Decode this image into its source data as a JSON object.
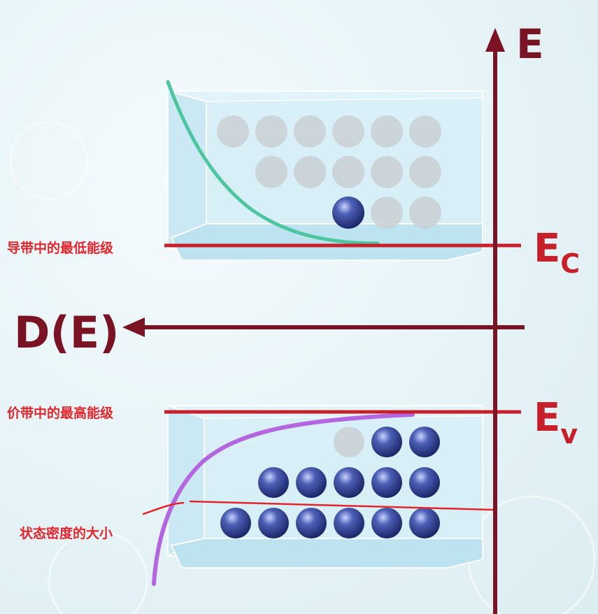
{
  "axis": {
    "label": "E"
  },
  "levels": {
    "conduction": {
      "symbol": "E",
      "subscript": "C",
      "annotation": "导带中的最低能级"
    },
    "valence": {
      "symbol": "E",
      "subscript": "v",
      "annotation": "价带中的最高能级"
    }
  },
  "dos_axis": {
    "label": "D(E)"
  },
  "density_annotation": "状态密度的大小",
  "conduction_band": {
    "rows": [
      [
        "empty",
        "empty",
        "empty",
        "empty",
        "empty",
        "empty"
      ],
      [
        "none",
        "empty",
        "empty",
        "empty",
        "empty",
        "empty"
      ],
      [
        "none",
        "none",
        "none",
        "electron",
        "empty",
        "empty"
      ]
    ]
  },
  "valence_band": {
    "rows": [
      [
        "none",
        "none",
        "none",
        "empty",
        "electron",
        "electron"
      ],
      [
        "none",
        "electron",
        "electron",
        "electron",
        "electron",
        "electron"
      ],
      [
        "electron",
        "electron",
        "electron",
        "electron",
        "electron",
        "electron"
      ]
    ]
  },
  "colors": {
    "axis": "#7a1424",
    "level_line": "#c8202a",
    "annotation": "#e3262d",
    "conduction_curve": "#4dc6a0",
    "valence_curve": "#b466e0",
    "electron": "#2b3a8c",
    "empty_state": "#c9d0d4"
  }
}
